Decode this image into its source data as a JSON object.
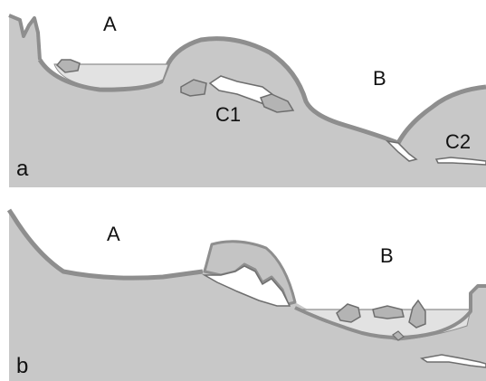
{
  "colors": {
    "ground": "#c8c8c8",
    "crust": "#9a9a9a",
    "outline": "#6e6e6e",
    "water": "#e2e2e2",
    "cavity": "#ffffff",
    "text": "#111111"
  },
  "panels": [
    {
      "id": "a",
      "panel_label": "a",
      "labels": {
        "A": "A",
        "B": "B",
        "C1": "C1",
        "C2": "C2"
      }
    },
    {
      "id": "b",
      "panel_label": "b",
      "labels": {
        "A": "A",
        "B": "B"
      }
    }
  ]
}
